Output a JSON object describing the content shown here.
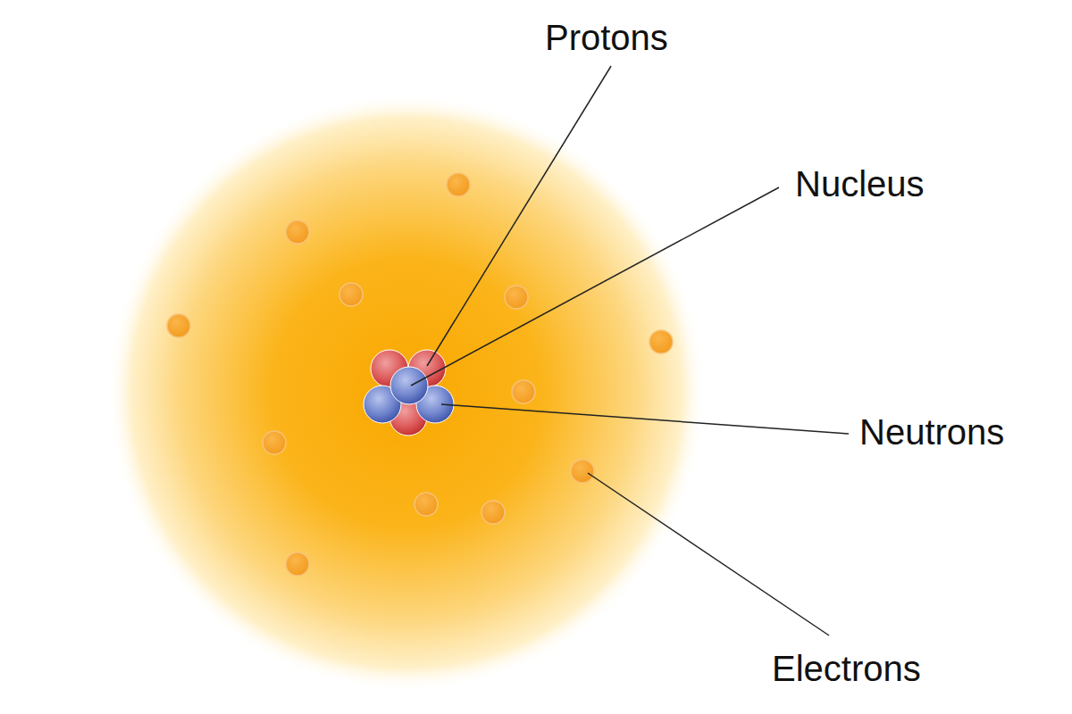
{
  "diagram": {
    "labels": [
      "Protons",
      "Nucleus",
      "Neutrons",
      "Electrons"
    ]
  }
}
